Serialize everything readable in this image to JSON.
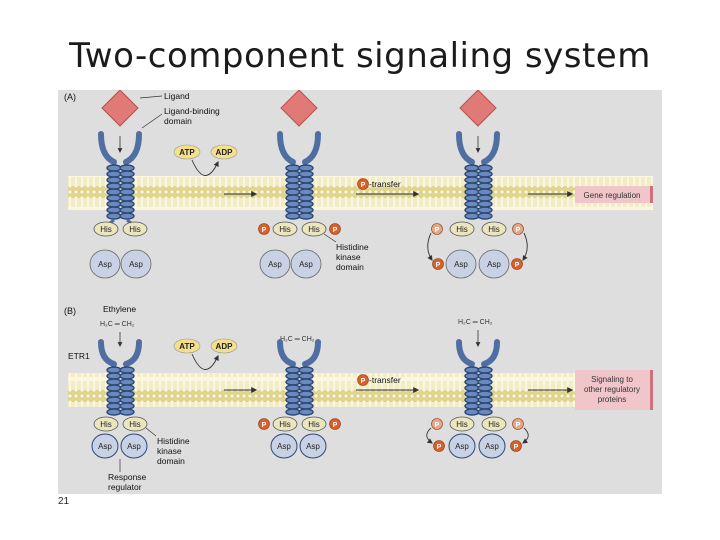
{
  "slide": {
    "title": "Two-component signaling system",
    "number": "21"
  },
  "colors": {
    "figure_bg": "#dedede",
    "membrane_head": "#e8e09a",
    "membrane_tail": "#fbf6de",
    "helix": "#4f6fa3",
    "helix_dark": "#2c4777",
    "ligand": "#e07a76",
    "atp": "#f4e08a",
    "asp_domain": "#c8d2e4",
    "his_domain": "#ece6bf",
    "phosphate": "#d95f2b",
    "output_box": "#f1c6cb",
    "output_stripe": "#c9737f"
  },
  "panel_a": {
    "label": "(A)",
    "ligand_label": "Ligand",
    "binding_domain_label_1": "Ligand-binding",
    "binding_domain_label_2": "domain",
    "atp": "ATP",
    "adp": "ADP",
    "transfer_label": "-transfer",
    "kinase_label_1": "Histidine",
    "kinase_label_2": "kinase",
    "kinase_label_3": "domain",
    "output": "Gene regulation",
    "his": "His",
    "asp": "Asp",
    "p": "P"
  },
  "panel_b": {
    "label": "(B)",
    "ethylene_label": "Ethylene",
    "ethylene_formula": "H₂C ═ CH₂",
    "receptor_label": "ETR1",
    "atp": "ATP",
    "adp": "ADP",
    "transfer_label": "-transfer",
    "kinase_label_1": "Histidine",
    "kinase_label_2": "kinase",
    "kinase_label_3": "domain",
    "regulator_label_1": "Response",
    "regulator_label_2": "regulator",
    "output_1": "Signaling to",
    "output_2": "other regulatory",
    "output_3": "proteins",
    "his": "His",
    "asp": "Asp",
    "p": "P"
  }
}
